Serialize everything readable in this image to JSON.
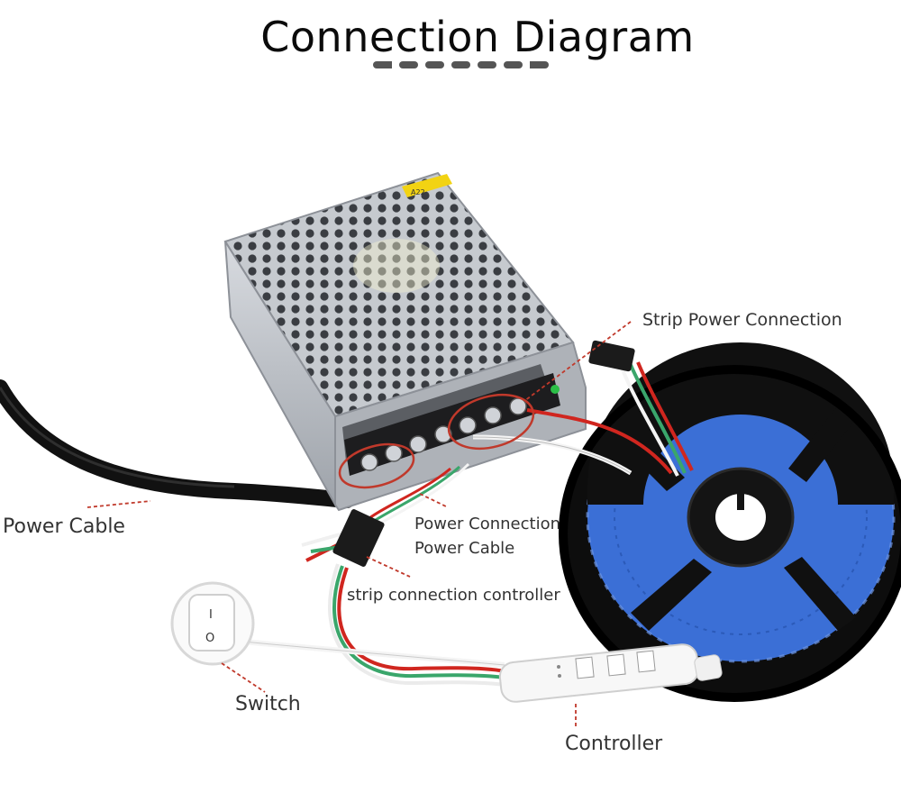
{
  "title": "Connection Diagram",
  "labels": {
    "strip_power_connection": "Strip Power Connection",
    "power_cable": "Power Cable",
    "power_connection": "Power Connection",
    "power_cable_2": "Power Cable",
    "strip_connection_controller": "strip connection controller",
    "switch": "Switch",
    "controller": "Controller"
  },
  "psu_sticker_text": "A22",
  "switch_marks": {
    "on": "I",
    "off": "O"
  },
  "colors": {
    "leader_line": "#c0392b",
    "highlight_circle": "#c0392b",
    "strip_led": "#3b6fd6",
    "psu_body": "#b8bcc2",
    "wire_red": "#d0261f",
    "wire_green": "#3aa66b",
    "wire_white": "#f4f4f4",
    "cable_black": "#111111"
  }
}
